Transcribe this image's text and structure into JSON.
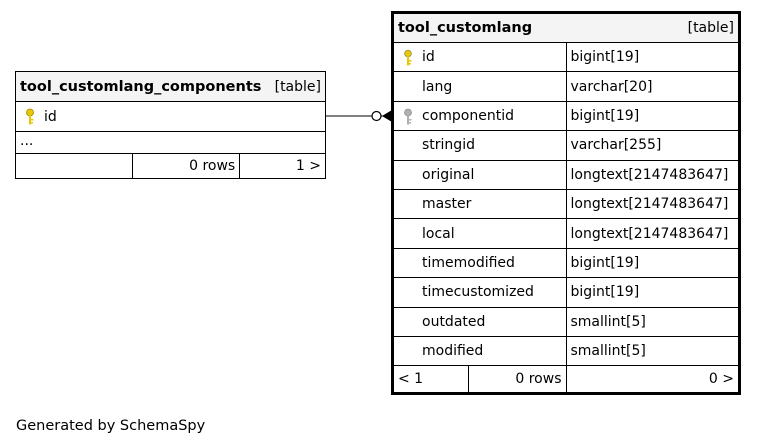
{
  "footer_text": "Generated by SchemaSpy",
  "left_table": {
    "name": "tool_customlang_components",
    "kind": "[table]",
    "columns": [
      {
        "name": "id",
        "key": "primary"
      }
    ],
    "ellipsis": "...",
    "footer": {
      "left": "",
      "rows": "0 rows",
      "right": "1 >"
    }
  },
  "right_table": {
    "name": "tool_customlang",
    "kind": "[table]",
    "columns": [
      {
        "name": "id",
        "type": "bigint[19]",
        "key": "primary"
      },
      {
        "name": "lang",
        "type": "varchar[20]",
        "key": ""
      },
      {
        "name": "componentid",
        "type": "bigint[19]",
        "key": "foreign"
      },
      {
        "name": "stringid",
        "type": "varchar[255]",
        "key": ""
      },
      {
        "name": "original",
        "type": "longtext[2147483647]",
        "key": ""
      },
      {
        "name": "master",
        "type": "longtext[2147483647]",
        "key": ""
      },
      {
        "name": "local",
        "type": "longtext[2147483647]",
        "key": ""
      },
      {
        "name": "timemodified",
        "type": "bigint[19]",
        "key": ""
      },
      {
        "name": "timecustomized",
        "type": "bigint[19]",
        "key": ""
      },
      {
        "name": "outdated",
        "type": "smallint[5]",
        "key": ""
      },
      {
        "name": "modified",
        "type": "smallint[5]",
        "key": ""
      }
    ],
    "footer": {
      "left": "< 1",
      "rows": "0 rows",
      "right": "0 >"
    }
  },
  "colors": {
    "primary_key": "#e6c700",
    "foreign_key": "#b0b0b0"
  }
}
